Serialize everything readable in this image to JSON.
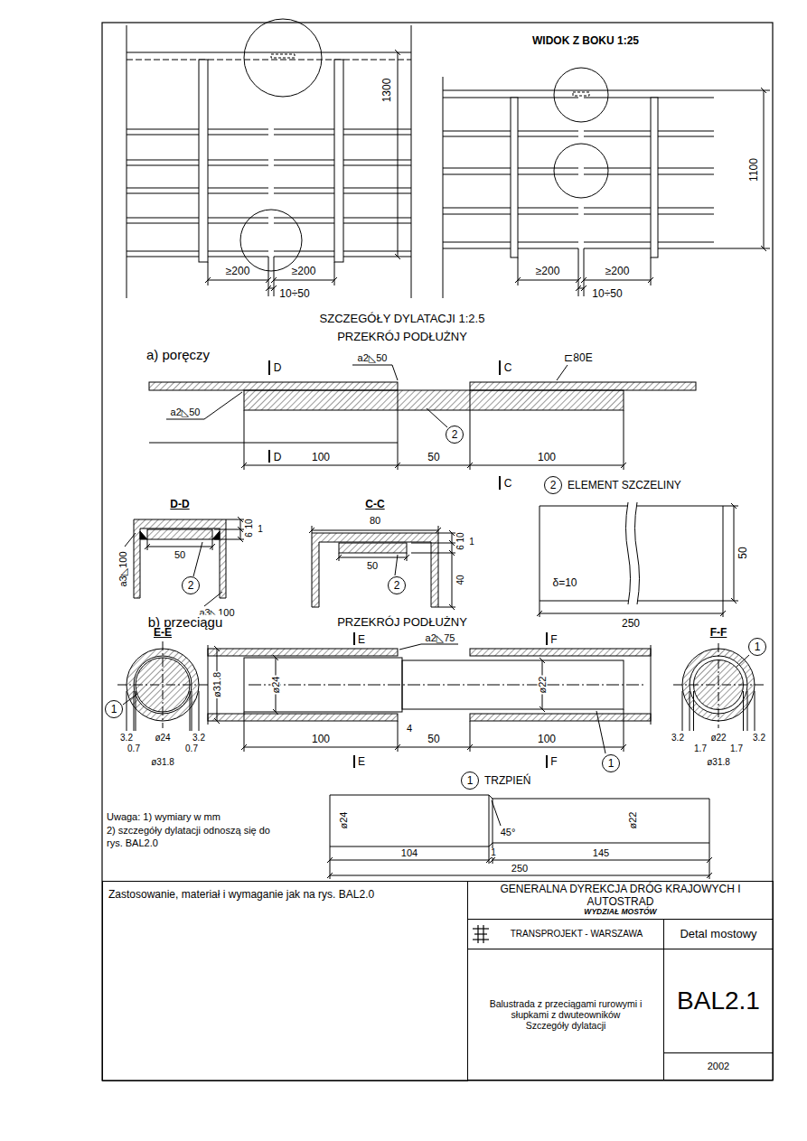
{
  "diagram": {
    "nodes": [
      {
        "text": [
          "2"
        ]
      },
      {
        "text": [
          "2"
        ]
      },
      {
        "text": [
          "2"
        ]
      },
      {
        "text": [
          "2",
          "ELEMENT SZCZELINY"
        ]
      },
      {
        "text": [
          "1"
        ]
      },
      {
        "text": [
          "1"
        ]
      },
      {
        "text": [
          "1"
        ]
      },
      {
        "text": [
          "1",
          "TRZPIEŃ"
        ]
      },
      {
        "text": [
          "Zastosowanie, materiał i wymaganie jak na rys. BAL2.0"
        ]
      },
      {
        "text": [
          "GENERALNA DYREKCJA DRÓG KRAJOWYCH I AUTOSTRAD",
          "WYDZIAŁ MOSTÓW"
        ]
      },
      {
        "text": [
          "TRANSPROJEKT - WARSZAWA"
        ]
      },
      {
        "text": [
          "Detal mostowy"
        ]
      },
      {
        "text": [
          "Balustrada z przeciągami rurowymi i słupkami z dwuteowników",
          "Szczegóły dylatacji"
        ]
      },
      {
        "text": [
          "BAL2.1"
        ]
      },
      {
        "text": [
          "2002"
        ]
      }
    ],
    "labels": [
      "1300",
      "≥200",
      "≥200",
      "10÷50",
      "WIDOK Z BOKU 1:25",
      "1100",
      "≥200",
      "≥200",
      "10÷50",
      "SZCZEGÓŁY DYLATACJI 1:2.5",
      "PRZEKRÓJ PODŁUŻNY",
      "a) poręczy",
      "D",
      "a2◺50",
      "C",
      "⊏80E",
      "a2◺50",
      "D",
      "100",
      "50",
      "100",
      "C",
      "D-D",
      "10",
      "6",
      "1",
      "50",
      "a3◺100",
      "a3◺100",
      "C-C",
      "80",
      "10",
      "6",
      "40",
      "1",
      "50",
      "δ=10",
      "250",
      "50",
      "b) przeciągu",
      "PRZEKRÓJ PODŁUŻNY",
      "E-E",
      "E",
      "a2◺75",
      "F",
      "F-F",
      "ø31.8",
      "ø24",
      "ø22",
      "4",
      "100",
      "50",
      "100",
      "E",
      "F",
      "3.2",
      "ø24",
      "3.2",
      "0.7",
      "0.7",
      "ø31.8",
      "3.2",
      "ø22",
      "3.2",
      "1.7",
      "1.7",
      "ø31.8",
      "ø24",
      "45°",
      "ø22",
      "104",
      "1",
      "145",
      "250",
      "Uwaga: 1) wymiary w mm",
      "2) szczegóły dylatacji odnoszą się do rys. BAL2.0"
    ]
  }
}
